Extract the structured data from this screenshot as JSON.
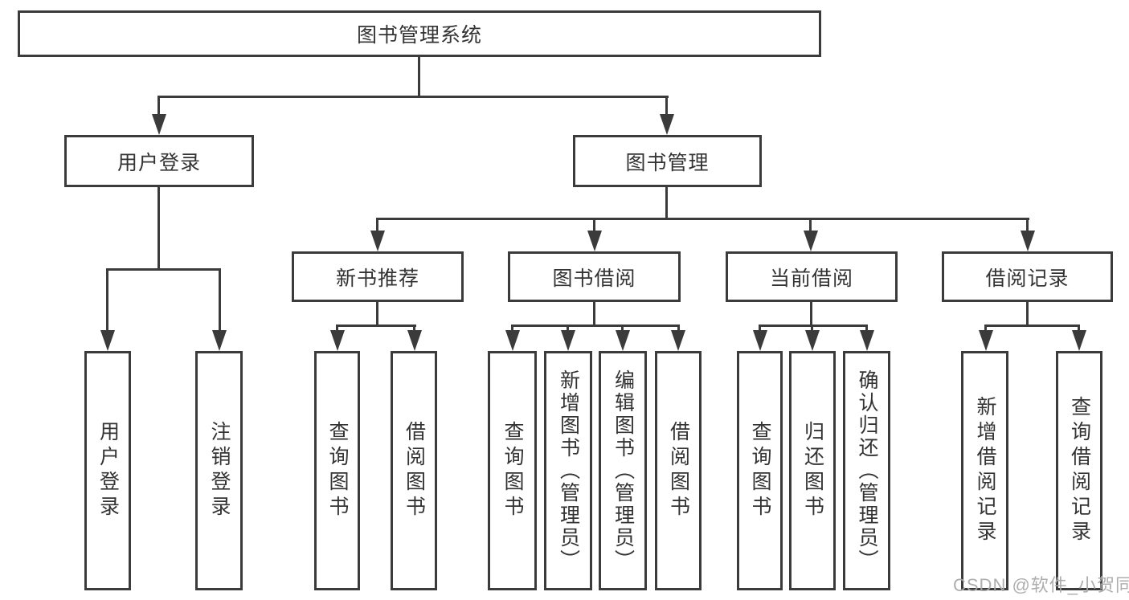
{
  "diagram": {
    "root": {
      "label": "图书管理系统"
    },
    "level2": [
      {
        "label": "用户登录"
      },
      {
        "label": "图书管理"
      }
    ],
    "level3": [
      {
        "label": "新书推荐"
      },
      {
        "label": "图书借阅"
      },
      {
        "label": "当前借阅"
      },
      {
        "label": "借阅记录"
      }
    ],
    "leaves": {
      "user_login": [
        "用户登录",
        "注销登录"
      ],
      "new_book_recommend": [
        "查询图书",
        "借阅图书"
      ],
      "book_borrow": [
        "查询图书",
        "新增图书（管理员）",
        "编辑图书（管理员）",
        "借阅图书"
      ],
      "current_borrow": [
        "查询图书",
        "归还图书",
        "确认归还（管理员）"
      ],
      "borrow_records": [
        "新增借阅记录",
        "查询借阅记录"
      ]
    },
    "colors": {
      "line": "#3b3b3b",
      "text": "#333333",
      "watermark": "#aaaaaa",
      "background": "#ffffff"
    },
    "watermark": {
      "label": "CSDN @软件_小贺同学"
    }
  }
}
